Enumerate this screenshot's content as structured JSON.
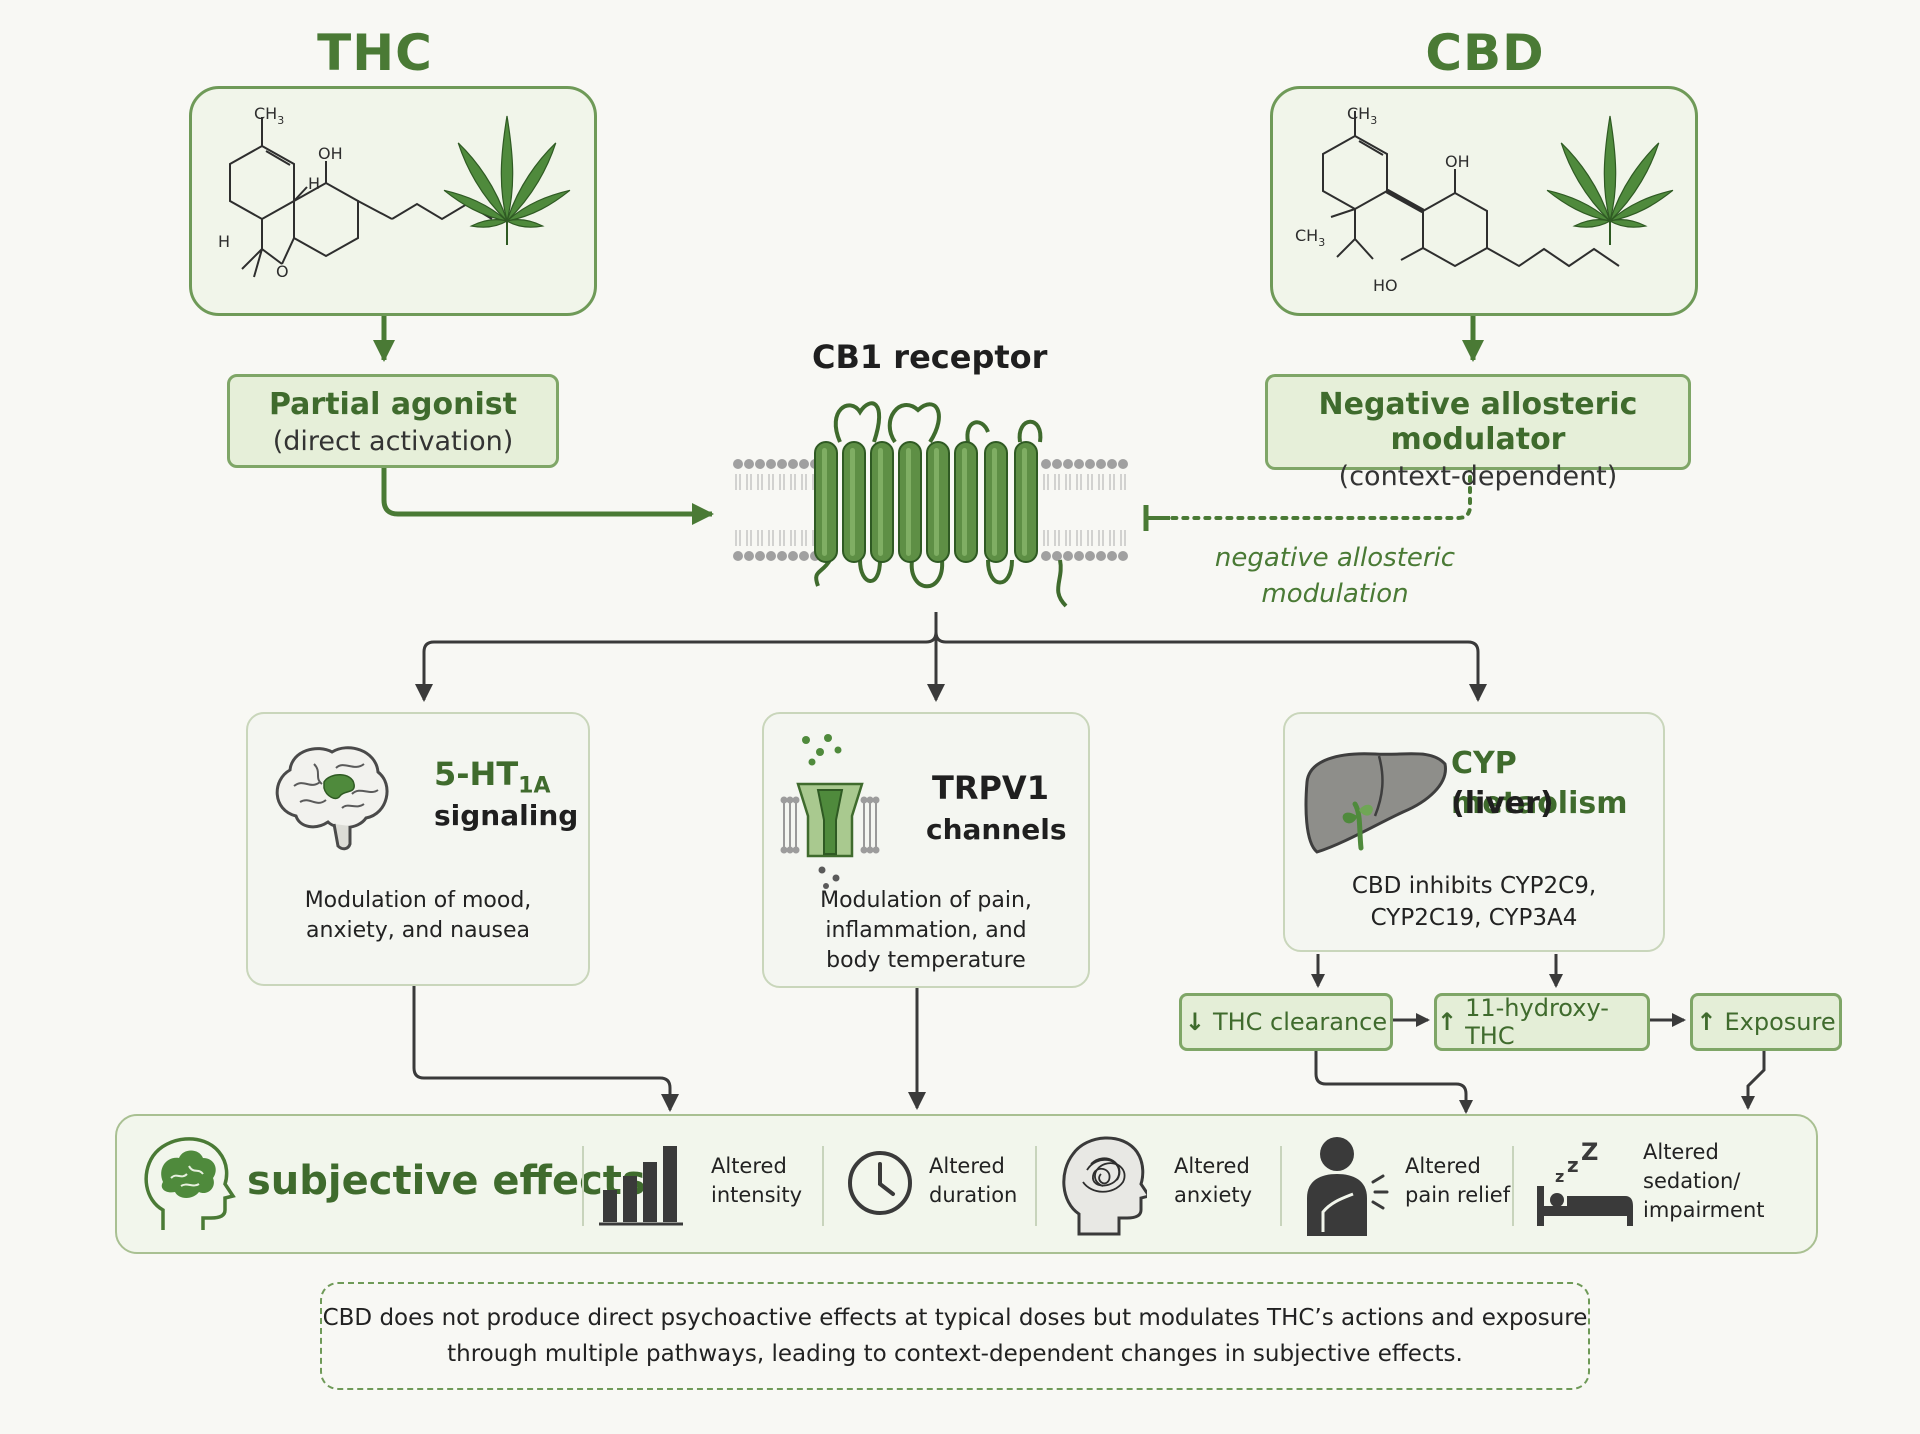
{
  "compounds": {
    "thc": {
      "name": "THC",
      "action_title": "Partial agonist",
      "action_sub": "(direct activation)"
    },
    "cbd": {
      "name": "CBD",
      "action_title": "Negative allosteric modulator",
      "action_sub": "(context-dependent)"
    }
  },
  "structure_labels": {
    "thc": {
      "ch3": "CH",
      "ch3_sub": "3",
      "oh": "OH",
      "h1": "H",
      "h2": "H",
      "o": "O"
    },
    "cbd": {
      "ch3_top": "CH",
      "ch3_top_sub": "3",
      "oh": "OH",
      "ch3_left": "CH",
      "ch3_left_sub": "3",
      "ho": "HO"
    }
  },
  "receptor": {
    "title": "CB1 receptor"
  },
  "modulation_label": {
    "line1": "negative allosteric",
    "line2": "modulation"
  },
  "pathways": [
    {
      "title_main": "5-HT",
      "title_sub": "1A",
      "title_line2": "signaling",
      "desc_line1": "Modulation of mood,",
      "desc_line2": "anxiety, and nausea"
    },
    {
      "title_line1": "TRPV1",
      "title_line2": "channels",
      "desc_line1": "Modulation of pain,",
      "desc_line2": "inflammation, and",
      "desc_line3": "body temperature"
    },
    {
      "title_line1": "CYP metaolism",
      "title_line2": "(liver)",
      "desc_line1": "CBD inhibits CYP2C9,",
      "desc_line2": "CYP2C19, CYP3A4"
    }
  ],
  "cyp_chain": [
    {
      "arrow": "↓",
      "label": "THC clearance"
    },
    {
      "arrow": "↑",
      "label": "11-hydroxy-THC"
    },
    {
      "arrow": "↑",
      "label": "Exposure"
    }
  ],
  "effects": {
    "title": "subjective effects",
    "items": [
      {
        "icon": "bar-chart-icon",
        "line1": "Altered",
        "line2": "intensity"
      },
      {
        "icon": "clock-icon",
        "line1": "Altered",
        "line2": "duration"
      },
      {
        "icon": "anxious-head-icon",
        "line1": "Altered",
        "line2": "anxiety"
      },
      {
        "icon": "pain-person-icon",
        "line1": "Altered",
        "line2": "pain relief"
      },
      {
        "icon": "sleeping-bed-icon",
        "line1": "Altered",
        "line2": "sedation/",
        "line3": "impairment"
      }
    ]
  },
  "footnote": {
    "line1": "CBD does not produce direct psychoactive effects at typical doses but modulates THC’s actions and exposure",
    "line2": "through multiple pathways, leading to context-dependent changes in subjective effects."
  },
  "colors": {
    "accent": "#4a7a35",
    "box_fill": "#e6efd9",
    "receptor": "#5e8f45",
    "arrow": "#3a3a3a"
  }
}
